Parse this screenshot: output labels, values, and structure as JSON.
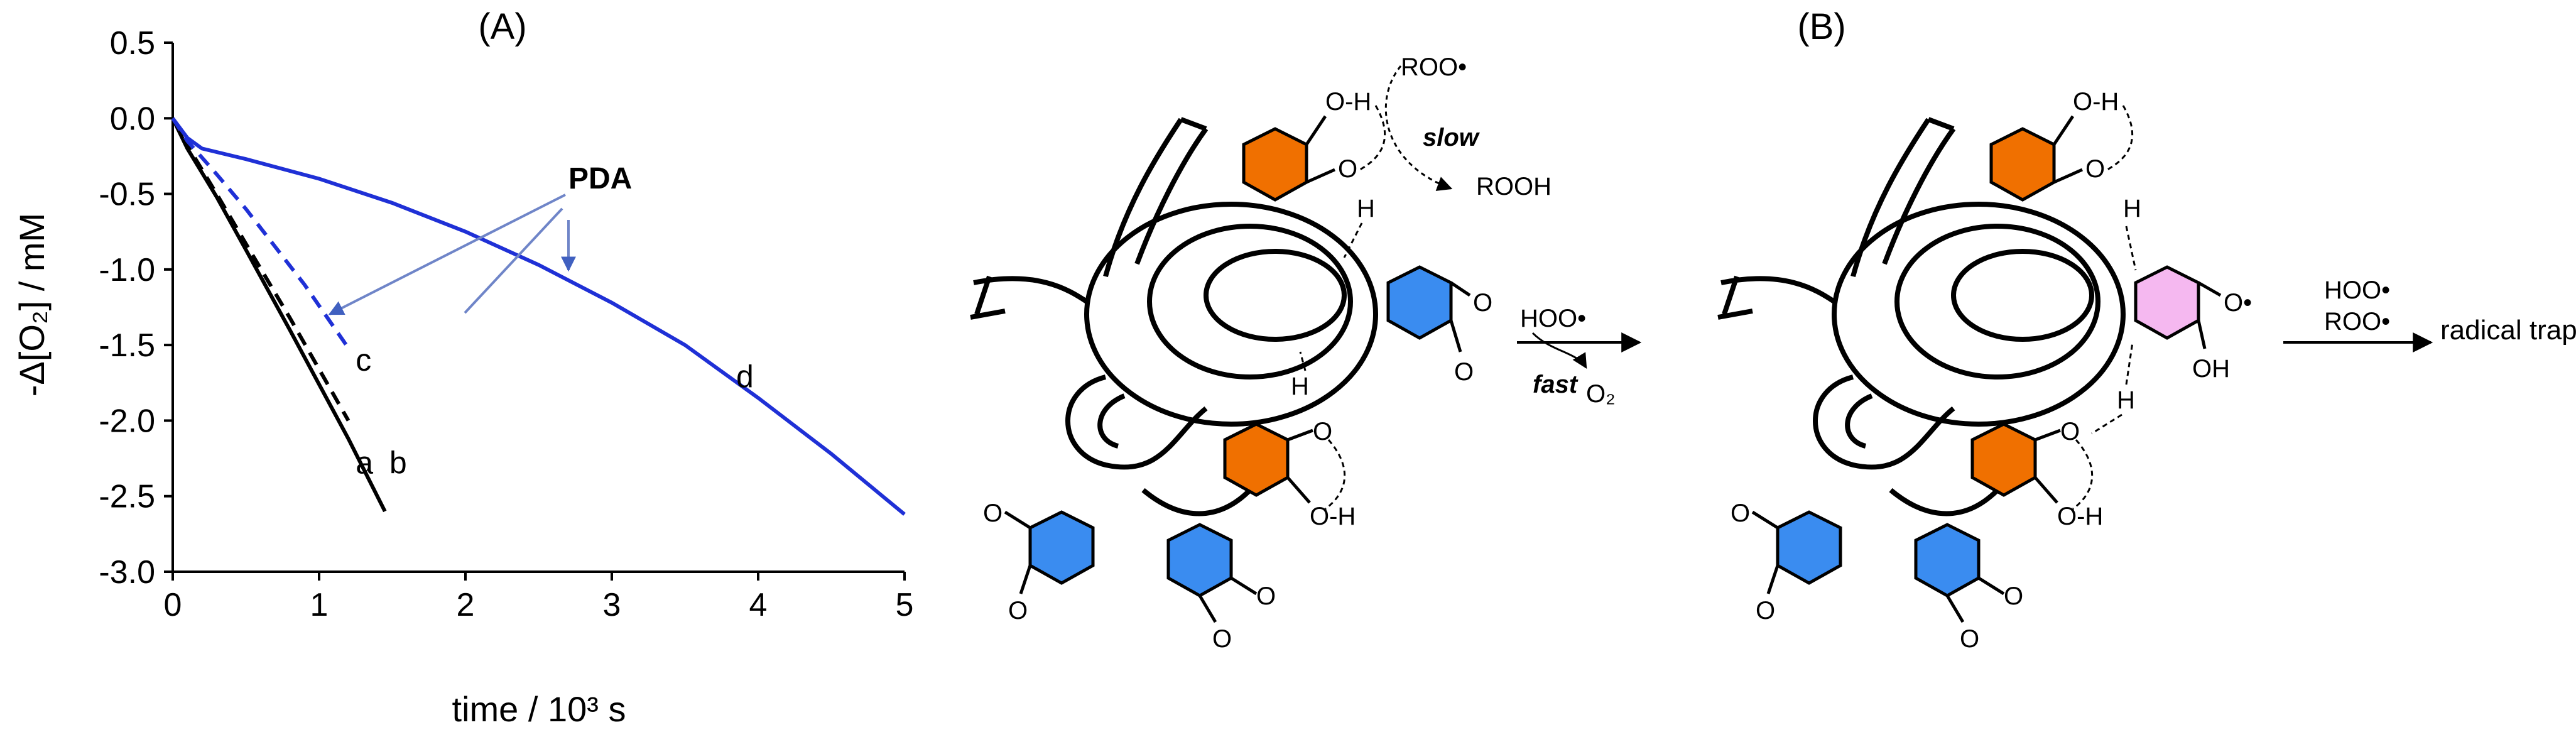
{
  "panel_labels": {
    "a": "(A)",
    "b": "(B)"
  },
  "chart_data": {
    "type": "line",
    "xlabel": "time / 10³ s",
    "ylabel": "-Δ[O₂] / mM",
    "xlim": [
      0,
      5
    ],
    "ylim": [
      -3.0,
      0.5
    ],
    "x_ticks": [
      "0",
      "1",
      "2",
      "3",
      "4",
      "5"
    ],
    "y_ticks": [
      "0.5",
      "0.0",
      "-0.5",
      "-1.0",
      "-1.5",
      "-2.0",
      "-2.5",
      "-3.0"
    ],
    "grid": false,
    "annotation": "PDA",
    "series": [
      {
        "name": "a",
        "color": "#000000",
        "style": "solid",
        "x": [
          0,
          0.1,
          0.3,
          0.5,
          0.8,
          1.0,
          1.2,
          1.45
        ],
        "y": [
          0,
          -0.2,
          -0.52,
          -0.87,
          -1.4,
          -1.76,
          -2.12,
          -2.6
        ]
      },
      {
        "name": "b",
        "color": "#000000",
        "style": "dashed",
        "x": [
          0,
          0.1,
          0.3,
          0.5,
          0.8,
          1.0,
          1.2
        ],
        "y": [
          0,
          -0.18,
          -0.5,
          -0.83,
          -1.32,
          -1.66,
          -2.0
        ]
      },
      {
        "name": "c",
        "color": "#1f30d6",
        "style": "dashed",
        "x": [
          0,
          0.1,
          0.3,
          0.5,
          0.7,
          0.9,
          1.1,
          1.2
        ],
        "y": [
          0,
          -0.15,
          -0.37,
          -0.6,
          -0.85,
          -1.1,
          -1.38,
          -1.52
        ]
      },
      {
        "name": "d",
        "color": "#1f30d6",
        "style": "solid",
        "x": [
          0,
          0.1,
          0.2,
          0.5,
          1.0,
          1.5,
          2.0,
          2.5,
          3.0,
          3.5,
          4.0,
          4.5,
          5.0
        ],
        "y": [
          0,
          -0.13,
          -0.2,
          -0.27,
          -0.4,
          -0.56,
          -0.75,
          -0.97,
          -1.22,
          -1.5,
          -1.85,
          -2.22,
          -2.62
        ]
      }
    ]
  },
  "scheme": {
    "left": {
      "roo": "ROO•",
      "slow": "slow",
      "rooh": "ROOH",
      "oh_top": "O-H",
      "o_top": "O",
      "h_top": "H",
      "h_mid": "H",
      "oh_mid": "O",
      "h_bottom": "O-H",
      "q1_o1": "O",
      "q1_o2": "O",
      "q2_o1": "O",
      "q2_o2": "O",
      "q3_o1": "O",
      "q3_o2": "O"
    },
    "arrow1": {
      "reagent": "HOO•",
      "label": "fast",
      "product": "O₂"
    },
    "right": {
      "oh_top": "O-H",
      "o_top": "O",
      "h_top": "H",
      "radical_o": "O•",
      "oh": "OH",
      "h_low": "H",
      "o_mid": "O",
      "oh_bottom": "O-H",
      "q1_o1": "O",
      "q1_o2": "O",
      "q2_o1": "O",
      "q2_o2": "O"
    },
    "arrow2": {
      "reagent1": "HOO•",
      "reagent2": "ROO•",
      "product": "radical trapping"
    },
    "colors": {
      "catechol": "#f07000",
      "quinone": "#3a8cf0",
      "semiquinone": "#f5b8f0",
      "slow": "#1f30d6",
      "fast": "#e01010"
    }
  }
}
